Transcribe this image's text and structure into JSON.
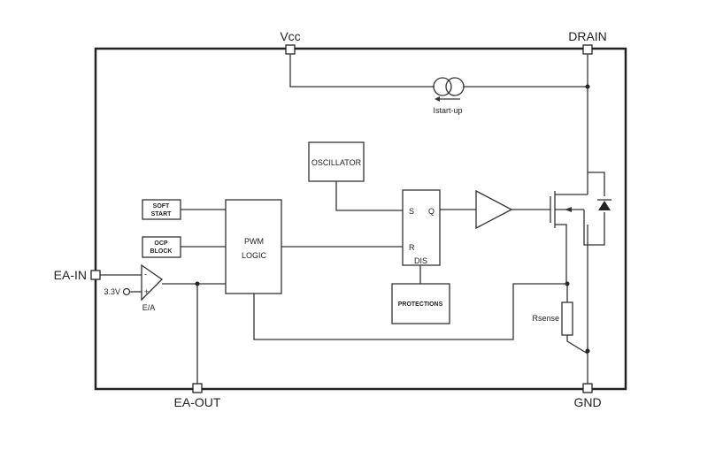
{
  "pins": {
    "vcc": "Vcc",
    "drain": "DRAIN",
    "ea_in": "EA-IN",
    "ea_out": "EA-OUT",
    "gnd": "GND"
  },
  "blocks": {
    "oscillator": "OSCILLATOR",
    "soft_start_1": "SOFT",
    "soft_start_2": "START",
    "ocp_1": "OCP",
    "ocp_2": "BLOCK",
    "pwm_1": "PWM",
    "pwm_2": "LOGIC",
    "protections": "PROTECTIONS"
  },
  "flipflop": {
    "s": "S",
    "q": "Q",
    "r": "R",
    "dis": "DIS"
  },
  "labels": {
    "istart": "Istart-up",
    "rsense": "Rsense",
    "vref": "3.3V",
    "ea": "E/A",
    "minus": "-",
    "plus": "+"
  }
}
